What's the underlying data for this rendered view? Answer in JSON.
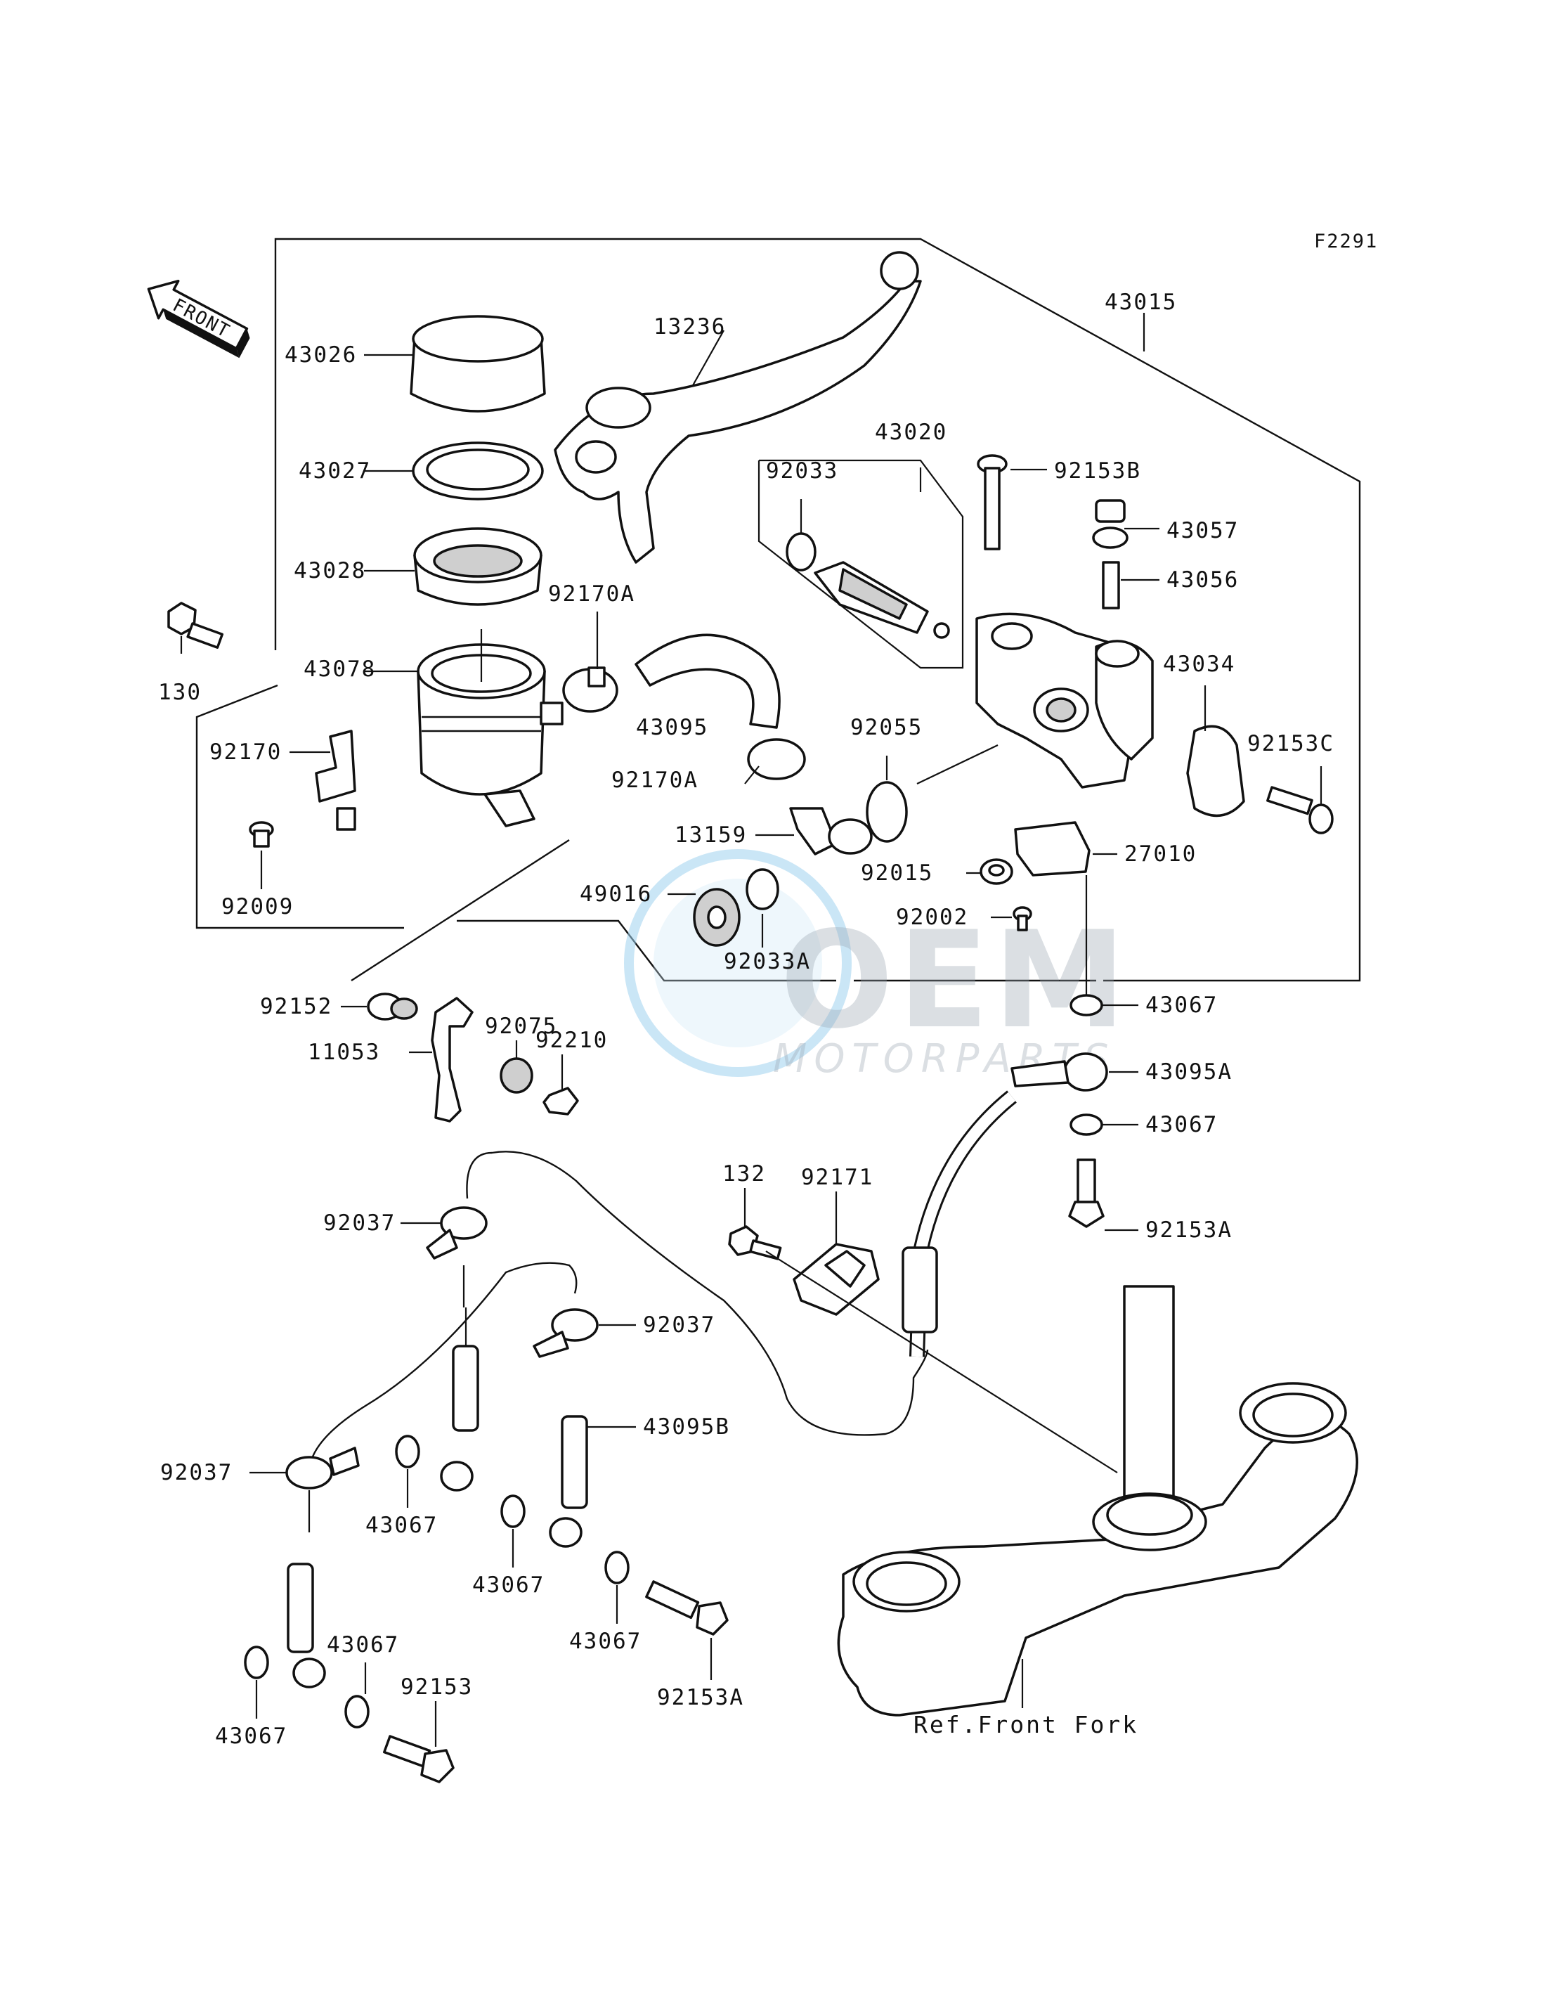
{
  "diagram_code": "F2291",
  "front_arrow_label": "FRONT",
  "reference_label": "Ref.Front Fork",
  "watermark": {
    "brand": "OEM",
    "sub": "MOTORPARTS"
  },
  "labels": {
    "p43015": "43015",
    "p13236": "13236",
    "p43026": "43026",
    "p43027": "43027",
    "p43028": "43028",
    "p43078": "43078",
    "p130": "130",
    "p92170": "92170",
    "p92009": "92009",
    "p92170A_1": "92170A",
    "p92170A_2": "92170A",
    "p43095": "43095",
    "p43020": "43020",
    "p92033": "92033",
    "p92153B": "92153B",
    "p43057": "43057",
    "p43056": "43056",
    "p43034": "43034",
    "p92153C": "92153C",
    "p92055": "92055",
    "p13159": "13159",
    "p49016": "49016",
    "p92033A": "92033A",
    "p92015": "92015",
    "p92002": "92002",
    "p27010": "27010",
    "p43067_1": "43067",
    "p43095A": "43095A",
    "p43067_2": "43067",
    "p92153A_1": "92153A",
    "p92152": "92152",
    "p92075": "92075",
    "p92210": "92210",
    "p11053": "11053",
    "p132": "132",
    "p92171": "92171",
    "p92037_1": "92037",
    "p92037_2": "92037",
    "p92037_3": "92037",
    "p43095B": "43095B",
    "p43067_3": "43067",
    "p43067_4": "43067",
    "p43067_5": "43067",
    "p43067_6": "43067",
    "p43067_7": "43067",
    "p92153": "92153",
    "p92153A_2": "92153A"
  }
}
